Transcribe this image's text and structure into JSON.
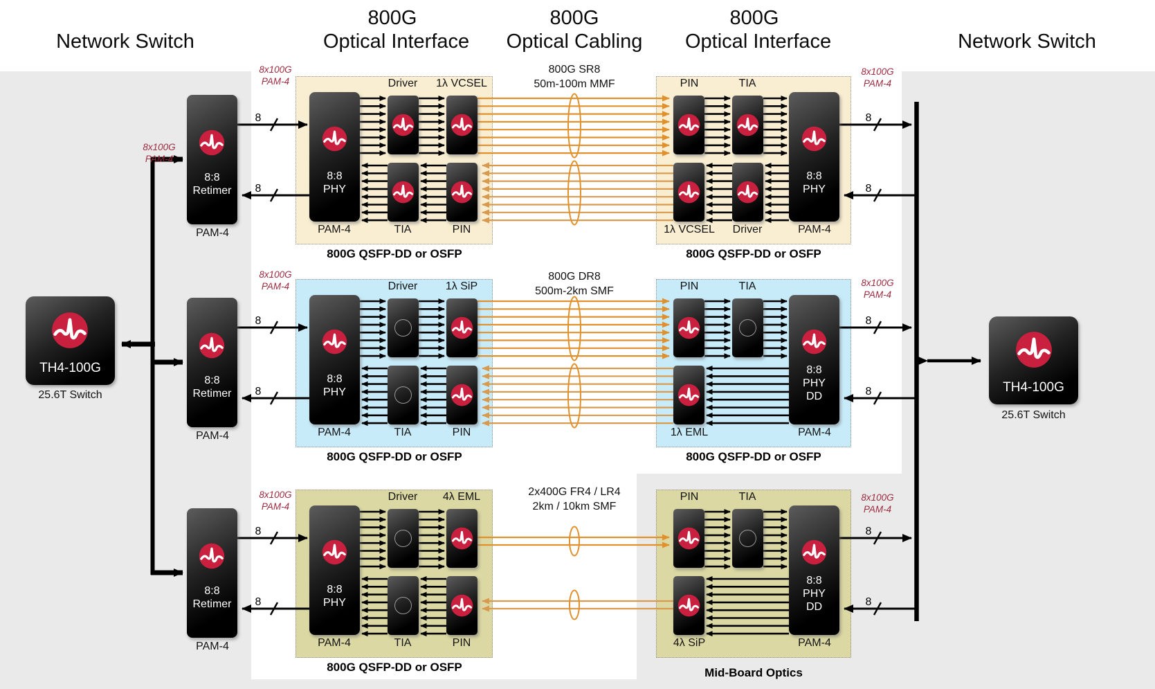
{
  "headers": {
    "switch_left": "Network Switch",
    "col2_line1": "800G",
    "col2_line2": "Optical Interface",
    "col3_line1": "800G",
    "col3_line2": "Optical Cabling",
    "col4_line1": "800G",
    "col4_line2": "Optical Interface",
    "switch_right": "Network Switch"
  },
  "rate": {
    "l1": "8x100G",
    "l2": "PAM-4"
  },
  "lanes": {
    "count": "8"
  },
  "retimer": {
    "l1": "8:8",
    "l2": "Retimer",
    "pam": "PAM-4"
  },
  "switch_left_box": {
    "title": "TH4-100G",
    "caption": "25.6T Switch"
  },
  "switch_right_box": {
    "title": "TH4-100G",
    "caption": "25.6T Switch"
  },
  "rows": [
    {
      "cable1": "800G SR8",
      "cable2": "50m-100m MMF",
      "left": {
        "top_mid": "Driver",
        "top_out": "1λ VCSEL",
        "pam": "PAM-4",
        "bot_mid": "TIA",
        "bot_in": "PIN",
        "phy1": "8:8",
        "phy2": "PHY",
        "caption": "800G QSFP-DD or OSFP"
      },
      "right": {
        "top_in": "PIN",
        "top_mid": "TIA",
        "bot_out": "1λ VCSEL",
        "bot_mid": "Driver",
        "pam": "PAM-4",
        "phy1": "8:8",
        "phy2": "PHY",
        "caption": "800G QSFP-DD or OSFP"
      }
    },
    {
      "cable1": "800G DR8",
      "cable2": "500m-2km SMF",
      "left": {
        "top_mid": "Driver",
        "top_out": "1λ SiP",
        "pam": "PAM-4",
        "bot_mid": "TIA",
        "bot_in": "PIN",
        "phy1": "8:8",
        "phy2": "PHY",
        "caption": "800G QSFP-DD or OSFP"
      },
      "right": {
        "top_in": "PIN",
        "top_mid": "TIA",
        "bot_out": "1λ EML",
        "pam": "PAM-4",
        "phy1": "8:8",
        "phy2": "PHY",
        "phy3": "DD",
        "caption": "800G QSFP-DD or OSFP"
      }
    },
    {
      "cable1": "2x400G FR4 / LR4",
      "cable2": "2km / 10km SMF",
      "left": {
        "top_mid": "Driver",
        "top_out": "4λ EML",
        "pam": "PAM-4",
        "bot_mid": "TIA",
        "bot_in": "PIN",
        "phy1": "8:8",
        "phy2": "PHY",
        "caption": "800G QSFP-DD or OSFP"
      },
      "right": {
        "top_in": "PIN",
        "top_mid": "TIA",
        "bot_out": "4λ SiP",
        "pam": "PAM-4",
        "phy1": "8:8",
        "phy2": "PHY",
        "phy3": "DD",
        "caption": "Mid-Board Optics"
      }
    }
  ],
  "colors": {
    "logo_red": "#C8203E",
    "fiber_tx": "#E0912D",
    "fiber_rx": "#D79A4E",
    "rate_label": "#9E2B40",
    "module_row1": "#F9EED2",
    "module_row2": "#C8EBFA",
    "module_row3": "#DBD8A3",
    "panel_gray": "#EAEAEA"
  }
}
